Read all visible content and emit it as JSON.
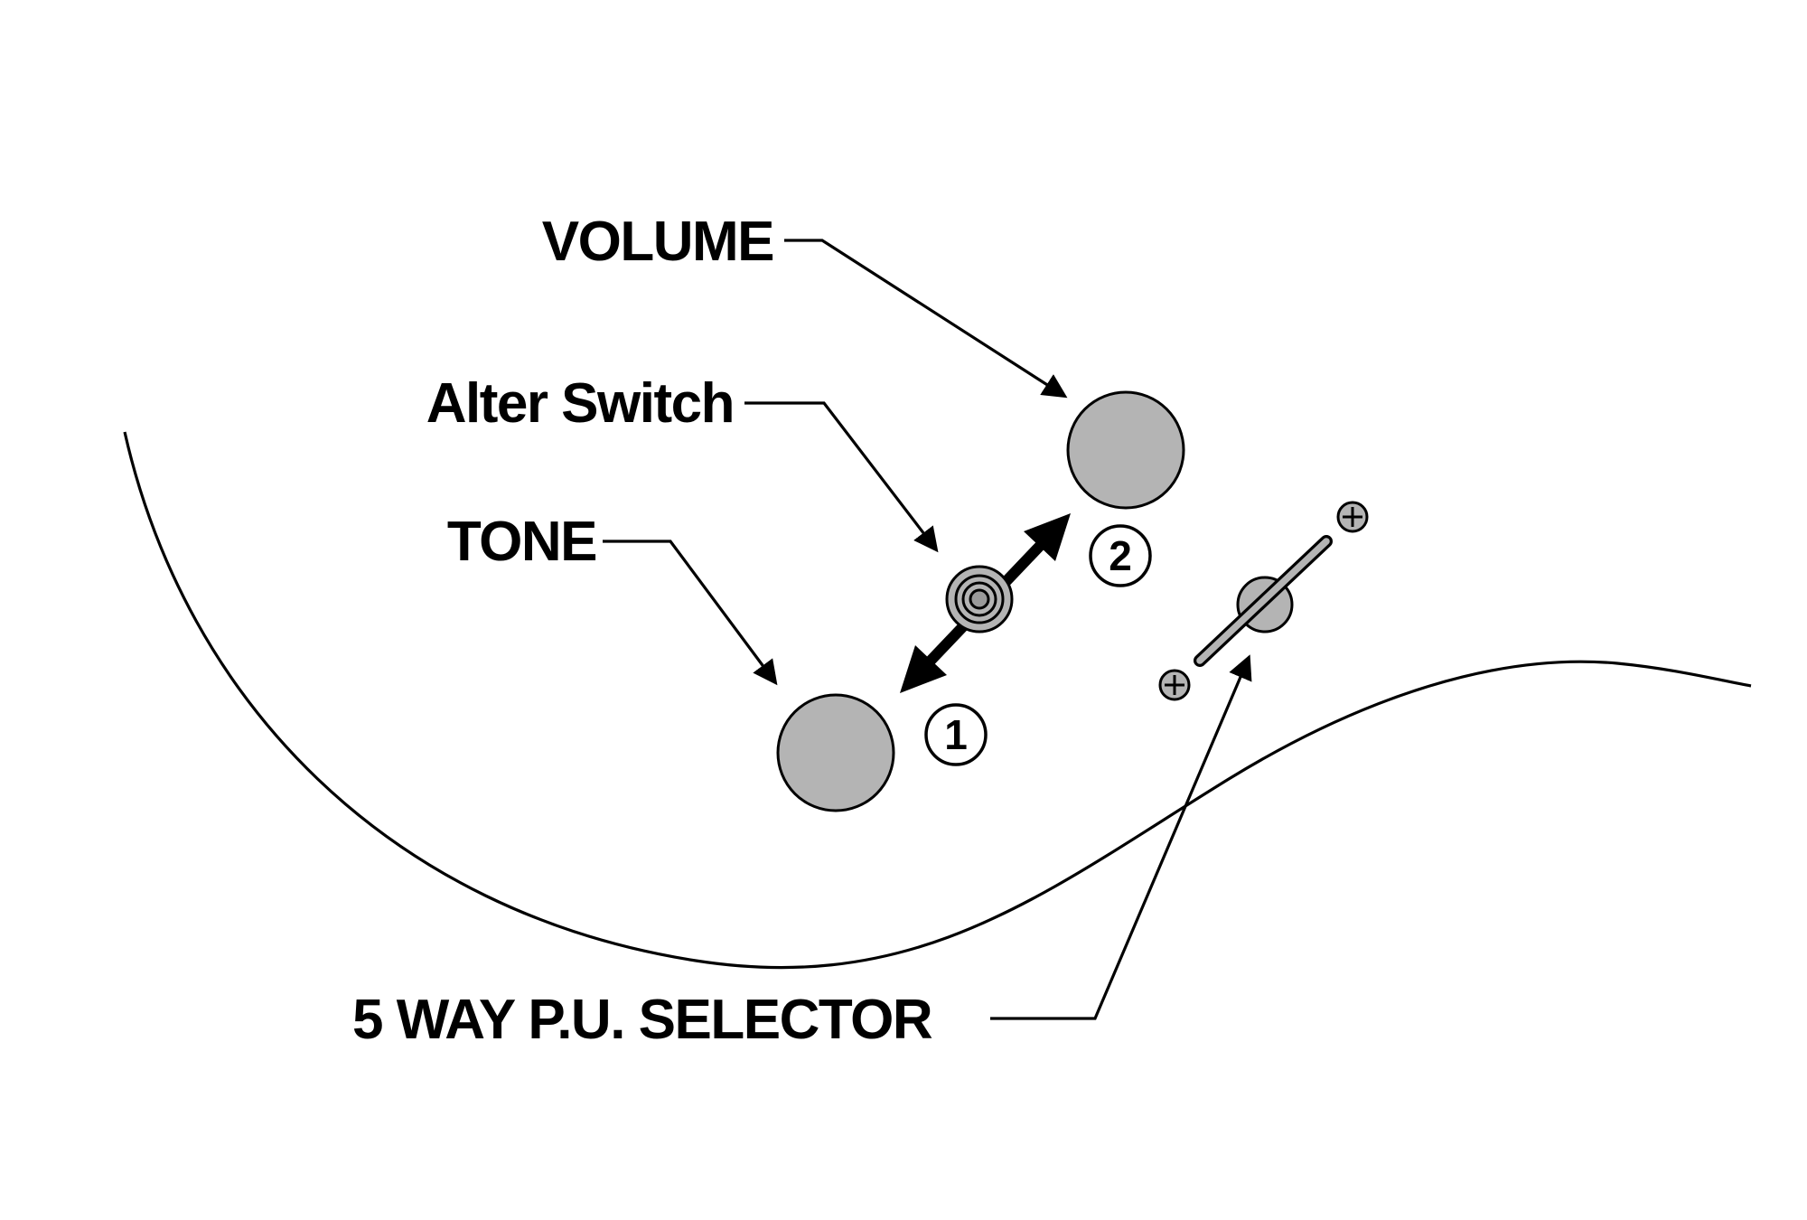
{
  "diagram": {
    "labels": {
      "volume": "VOLUME",
      "alter_switch": "Alter Switch",
      "tone": "TONE",
      "selector": "5 WAY P.U. SELECTOR"
    },
    "markers": {
      "step1": "1",
      "step2": "2"
    },
    "colors": {
      "knob_fill": "#b4b4b4",
      "outline": "#000000",
      "background": "#ffffff"
    }
  }
}
